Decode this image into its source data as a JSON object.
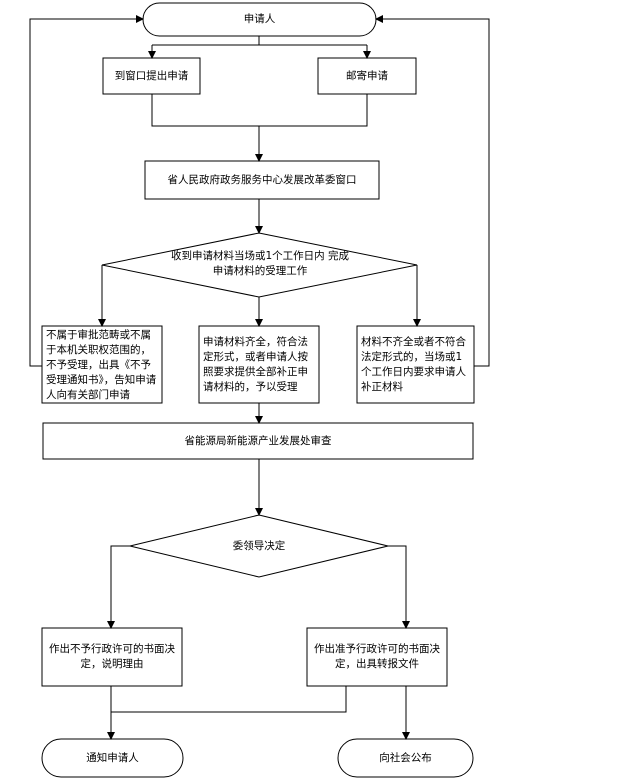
{
  "start": {
    "label": "申请人"
  },
  "submit": {
    "window": "到窗口提出申请",
    "mail": "邮寄申请"
  },
  "reception": {
    "label": "省人民政府政务服务中心发展改革委窗口"
  },
  "check_decision": {
    "label": "收到申请材料当场或1个工作日内 完成申请材料的受理工作"
  },
  "outcomes": {
    "reject": "不属于审批范畴或不属于本机关职权范围的，不予受理，出具《不予受理通知书》，告知申请人向有关部门申请",
    "accept": "申请材料齐全，符合法定形式，或者申请人按照要求提供全部补正申请材料的，予以受理",
    "supplement": "材料不齐全或者不符合法定形式的，当场或1个工作日内要求申请人补正材料"
  },
  "review": {
    "label": "省能源局新能源产业发展处审查"
  },
  "leader_decision": {
    "label": "委领导决定"
  },
  "results": {
    "deny": "作出不予行政许可的书面决定，说明理由",
    "approve": "作出准予行政许可的书面决定，出具转报文件"
  },
  "ends": {
    "notify": "通知申请人",
    "publish": "向社会公布"
  }
}
